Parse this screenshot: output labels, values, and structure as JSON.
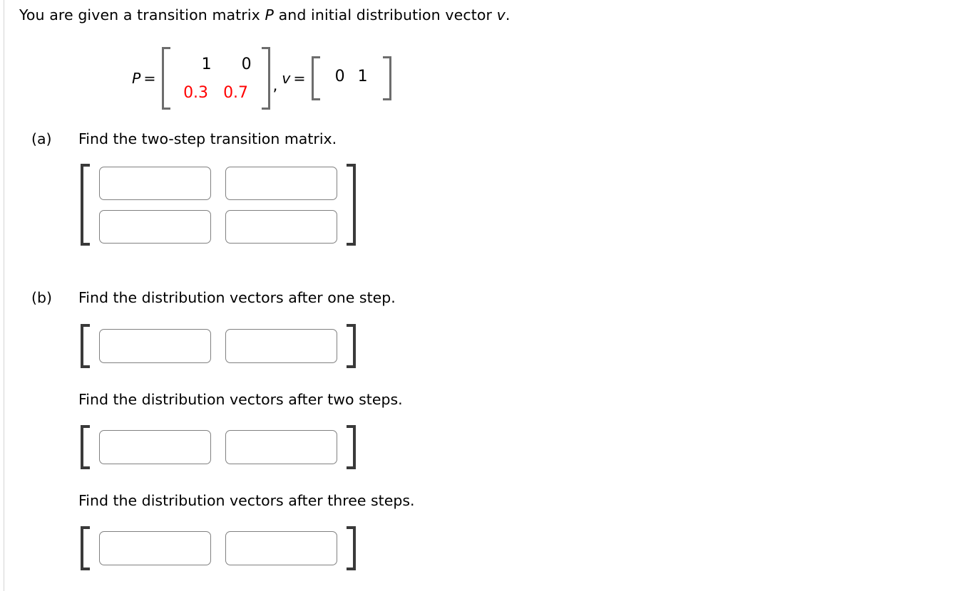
{
  "prompt": {
    "before_p": "You are given a transition matrix ",
    "p_symbol": "P",
    "middle": " and initial distribution vector ",
    "v_symbol": "v",
    "after": "."
  },
  "given": {
    "p_label": "P",
    "equals": "=",
    "p_matrix": {
      "rows": [
        {
          "cells": [
            "1",
            "0"
          ],
          "color": "#000000"
        },
        {
          "cells": [
            "0.3",
            "0.7"
          ],
          "color": "#ff0000"
        }
      ]
    },
    "separator": ",",
    "v_label": "v",
    "v_equals": "=",
    "v_vector": {
      "cells": [
        "0",
        "1"
      ],
      "color": "#000000"
    }
  },
  "parts": [
    {
      "label": "(a)",
      "text": "Find the two-step transition matrix.",
      "answer": {
        "type": "matrix-2x2",
        "rows": [
          {
            "inputs": [
              {
                "value": "",
                "placeholder": ""
              },
              {
                "value": "",
                "placeholder": ""
              }
            ]
          },
          {
            "inputs": [
              {
                "value": "",
                "placeholder": ""
              },
              {
                "value": "",
                "placeholder": ""
              }
            ]
          }
        ]
      }
    },
    {
      "label": "(b)",
      "text": "Find the distribution vectors after one step.",
      "answer": {
        "type": "vector-1x2",
        "rows": [
          {
            "inputs": [
              {
                "value": "",
                "placeholder": ""
              },
              {
                "value": "",
                "placeholder": ""
              }
            ]
          }
        ]
      }
    },
    {
      "label": "",
      "text": "Find the distribution vectors after two steps.",
      "answer": {
        "type": "vector-1x2",
        "rows": [
          {
            "inputs": [
              {
                "value": "",
                "placeholder": ""
              },
              {
                "value": "",
                "placeholder": ""
              }
            ]
          }
        ]
      }
    },
    {
      "label": "",
      "text": "Find the distribution vectors after three steps.",
      "answer": {
        "type": "vector-1x2",
        "rows": [
          {
            "inputs": [
              {
                "value": "",
                "placeholder": ""
              },
              {
                "value": "",
                "placeholder": ""
              }
            ]
          }
        ]
      }
    }
  ],
  "colors": {
    "red_value": "#ff0000",
    "text": "#000000",
    "bracket_given": "#6d6d6d",
    "bracket_answer": "#3a3a3a",
    "input_border": "#808080",
    "gutter_rule": "#d4d4d4"
  }
}
